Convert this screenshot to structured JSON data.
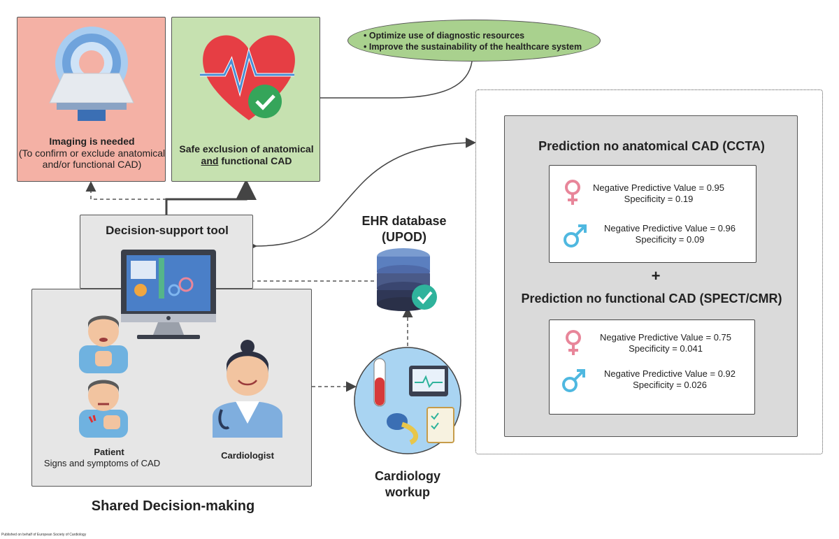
{
  "imaging_box": {
    "title": "Imaging is needed",
    "subtitle_line1": "(To confirm or exclude anatomical",
    "subtitle_line2": "and/or functional CAD)"
  },
  "safe_box": {
    "line1": "Safe exclusion of anatomical",
    "line2_underlined": "and",
    "line2_rest": " functional CAD"
  },
  "goals_bubble": {
    "items": [
      "• Optimize use of diagnostic resources",
      "• Improve the sustainability of the healthcare system"
    ]
  },
  "decision_tool": {
    "title": "Decision-support tool"
  },
  "ehr": {
    "line1": "EHR database",
    "line2": "(UPOD)"
  },
  "shared_decision": {
    "title": "Shared Decision-making",
    "patient_label": "Patient",
    "patient_sublabel": "Signs and symptoms of CAD",
    "cardiologist_label": "Cardiologist"
  },
  "workup": {
    "line1": "Cardiology",
    "line2": "workup"
  },
  "prediction": {
    "anatomical_title": "Prediction no anatomical CAD (CCTA)",
    "plus": "+",
    "functional_title": "Prediction no functional CAD (SPECT/CMR)",
    "anatomical": {
      "female_npv": "Negative Predictive Value = 0.95",
      "female_spec": "Specificity = 0.19",
      "male_npv": "Negative Predictive Value = 0.96",
      "male_spec": "Specificity = 0.09"
    },
    "functional": {
      "female_npv": "Negative Predictive Value = 0.75",
      "female_spec": "Specificity = 0.041",
      "male_npv": "Negative Predictive Value = 0.92",
      "male_spec": "Specificity = 0.026"
    }
  },
  "footer": "Published on behalf of European Society of Cardiology",
  "colors": {
    "imaging_bg": "#f4b1a5",
    "safe_bg": "#c6e1b0",
    "bubble_bg": "#a9d18e",
    "panel_gray": "#e6e6e6",
    "prediction_gray": "#dadada",
    "female_pink": "#e8869a",
    "male_blue": "#4fb8e0"
  }
}
